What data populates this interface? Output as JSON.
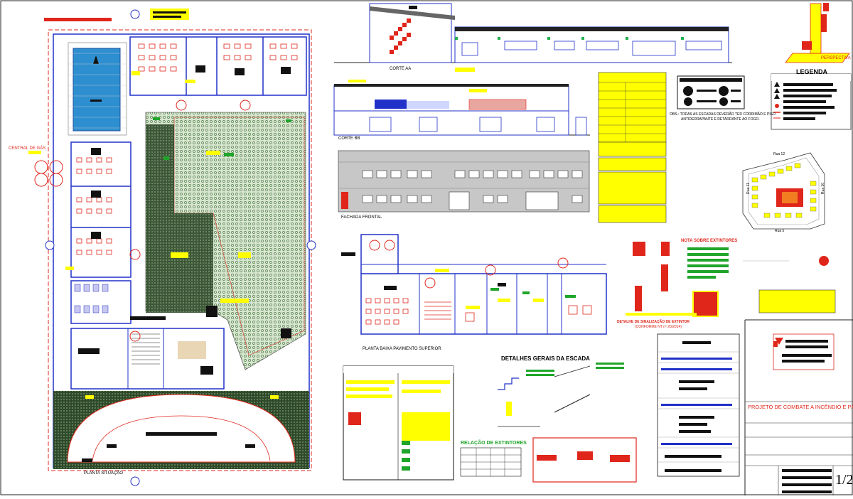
{
  "sheet": {
    "number": "1/2"
  },
  "labels": {
    "planta_situacao": "PLANTA SITUAÇÃO",
    "central_gas": "CENTRAL DE GÁS",
    "corte_aa": "CORTE AA",
    "corte_bb": "CORTE BB",
    "fachada_frontal": "FACHADA FRONTAL",
    "planta_superior": "PLANTA BAIXA PAVIMENTO SUPERIOR",
    "detalhes_escada": "DETALHES GERAIS DA ESCADA",
    "relacao_extintores": "RELAÇÃO DE EXTINTORES",
    "nota_extintores": "NOTA SOBRE EXTINTORES",
    "detalhe_sinalizacao": "DETALHE DE SINALIZAÇÃO DE EXTINTOR",
    "conforme_nt": "(CONFORME NT nº 20/2014)",
    "legenda": "LEGENDA",
    "perspectiva": "PERSPECTIVA",
    "obs_escadas_1": "OBS.: TODAS AS ESCADAS DEVERÃO TER CORRIMÃO E PISO",
    "obs_escadas_2": "ANTIDERRAPANTE E RETARDANTE AO FOGO.",
    "projeto_titulo": "PROJETO DE COMBATE A INCÊNDIO E PÂNICO",
    "rua_1": "Rua 12",
    "rua_2": "Rua 5",
    "rua_3": "Rua 11",
    "rua_4": "Rua 10"
  }
}
